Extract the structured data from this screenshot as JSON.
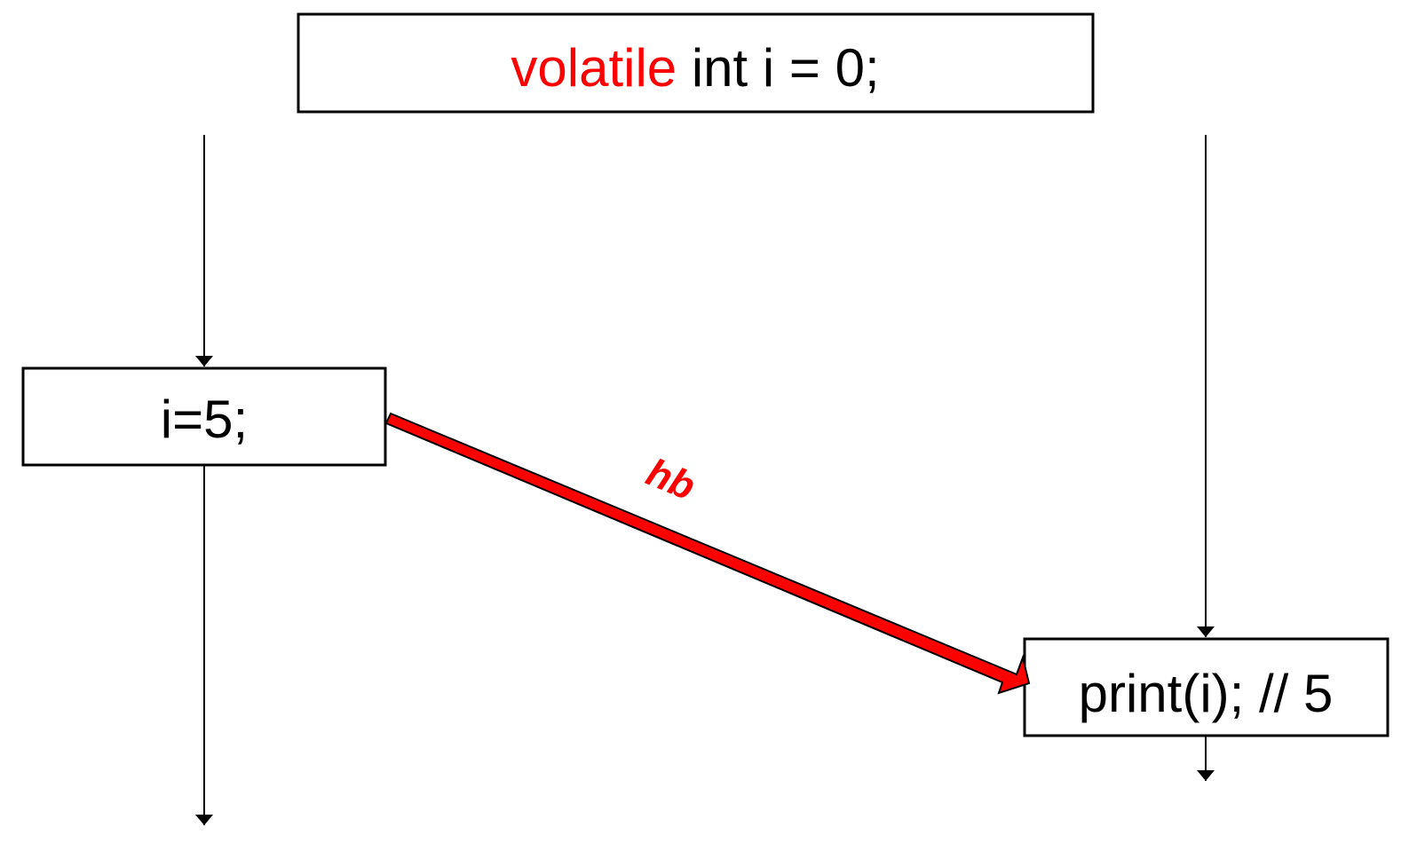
{
  "header": {
    "keyword": "volatile",
    "declaration": " int i = 0;"
  },
  "thread1": {
    "statement": "i=5;"
  },
  "thread2": {
    "statement": "print(i); // 5"
  },
  "edge": {
    "label": "hb"
  },
  "colors": {
    "accent": "#ff0000",
    "ink": "#000000",
    "background": "#ffffff"
  }
}
